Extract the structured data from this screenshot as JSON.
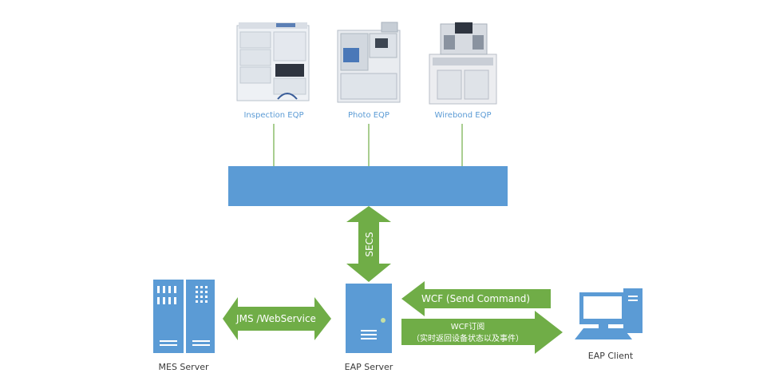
{
  "equipment": [
    {
      "label": "Inspection EQP"
    },
    {
      "label": "Photo EQP"
    },
    {
      "label": "Wirebond EQP"
    }
  ],
  "links": {
    "secs": "SECS",
    "jms": "JMS /WebService",
    "wcf_send": "WCF (Send Command)",
    "wcf_sub_line1": "WCF订阅",
    "wcf_sub_line2": "（实时返回设备状态以及事件）"
  },
  "nodes": {
    "mes_server": "MES Server",
    "eap_server": "EAP Server",
    "eap_client": "EAP Client"
  },
  "colors": {
    "blue": "#5b9bd5",
    "green": "#70ad47",
    "machine_body": "#e9edf2"
  }
}
